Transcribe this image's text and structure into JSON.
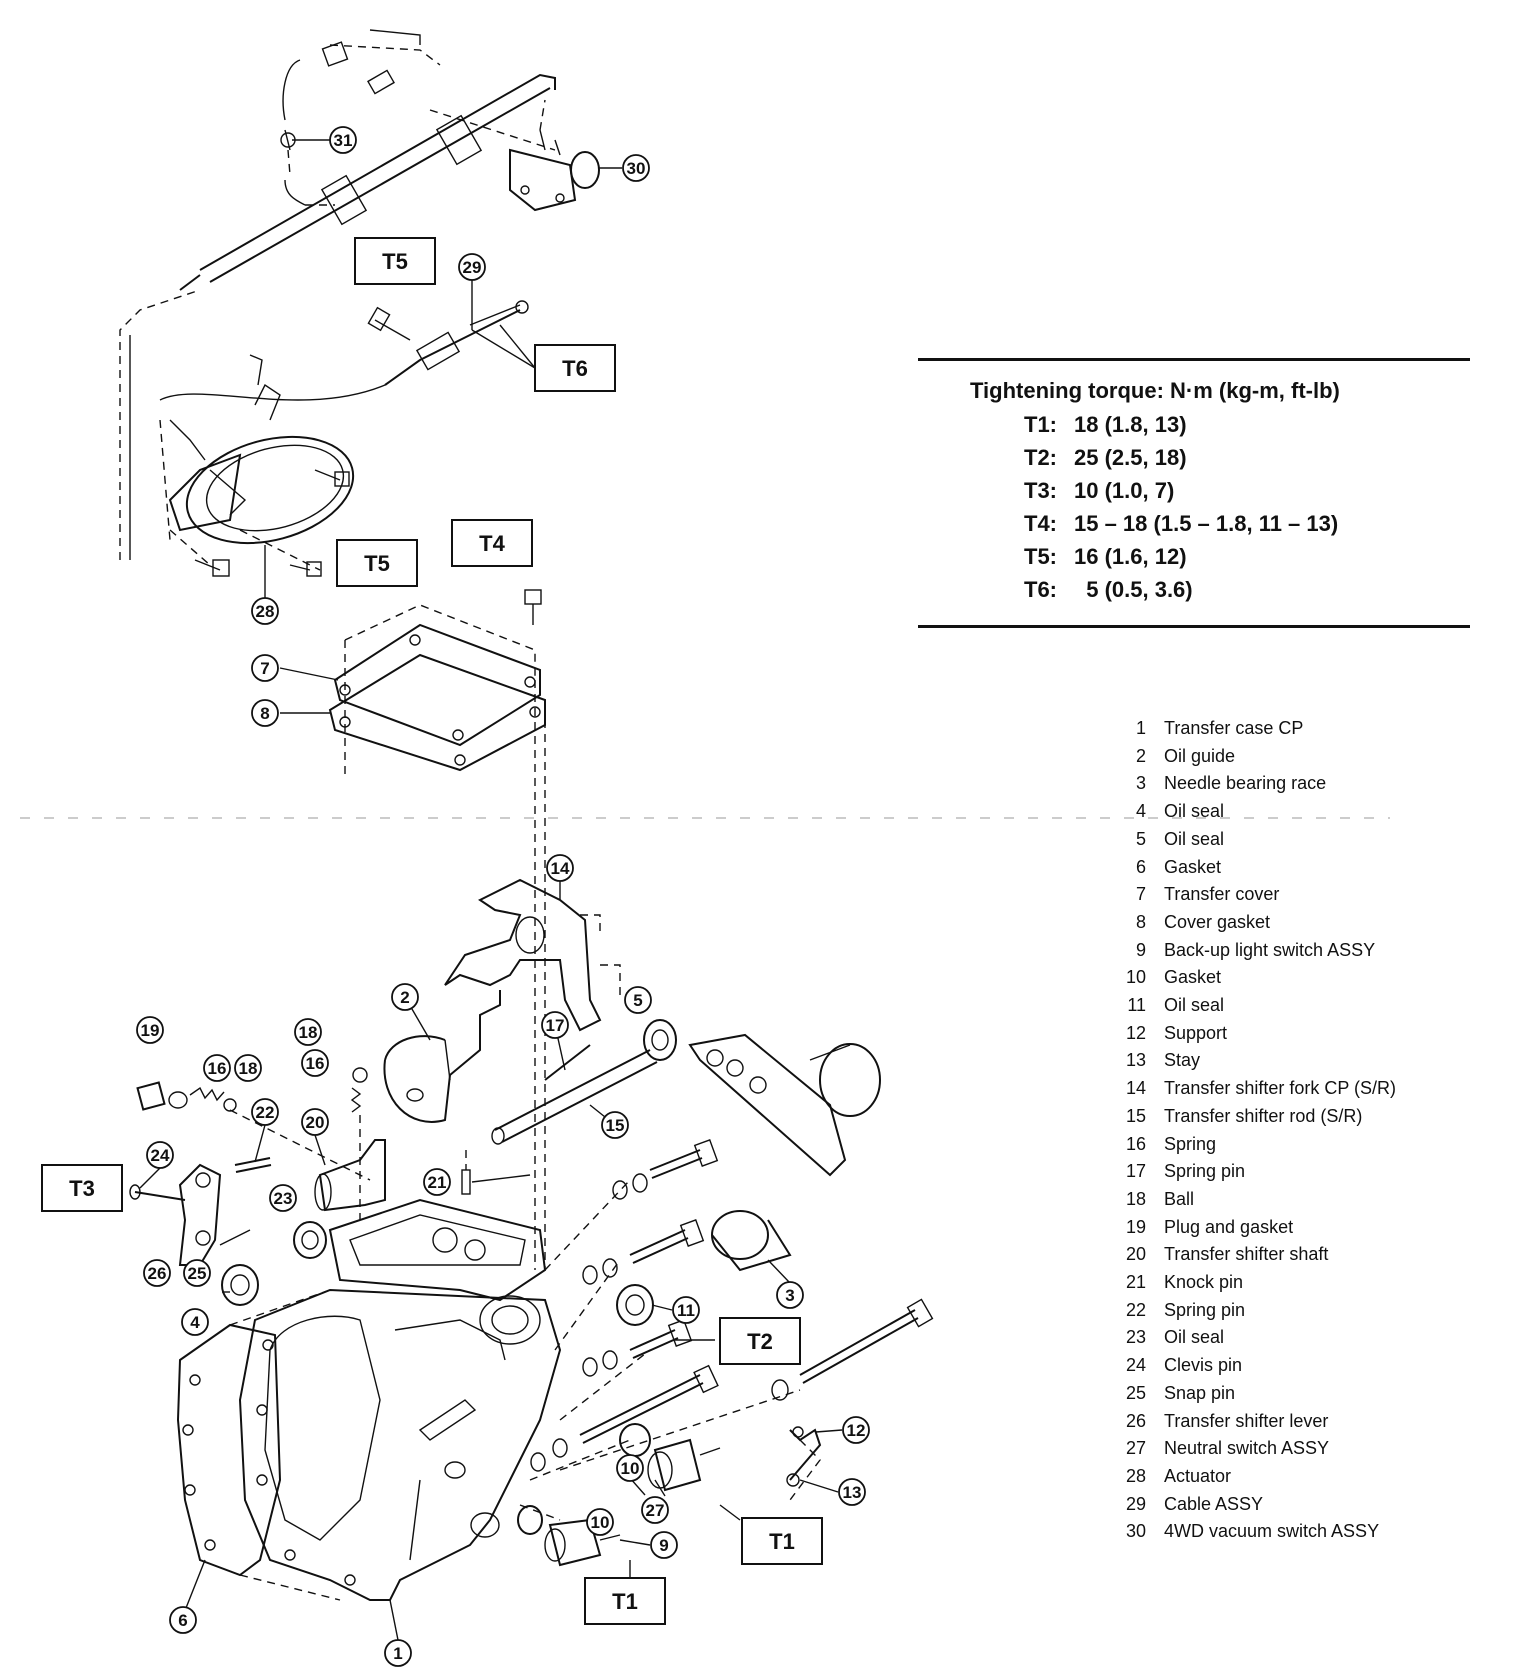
{
  "torque": {
    "title": "Tightening torque:  N·m (kg-m, ft-lb)",
    "rows": [
      {
        "key": "T1:",
        "value": "18 (1.8, 13)"
      },
      {
        "key": "T2:",
        "value": "25 (2.5, 18)"
      },
      {
        "key": "T3:",
        "value": "10 (1.0, 7)"
      },
      {
        "key": "T4:",
        "value": "15 – 18 (1.5 – 1.8, 11 – 13)"
      },
      {
        "key": "T5:",
        "value": "16 (1.6, 12)"
      },
      {
        "key": "T6:",
        "value": "  5 (0.5, 3.6)"
      }
    ]
  },
  "legend": [
    {
      "num": "1",
      "label": "Transfer case CP"
    },
    {
      "num": "2",
      "label": "Oil guide"
    },
    {
      "num": "3",
      "label": "Needle bearing race"
    },
    {
      "num": "4",
      "label": "Oil seal"
    },
    {
      "num": "5",
      "label": "Oil seal"
    },
    {
      "num": "6",
      "label": "Gasket"
    },
    {
      "num": "7",
      "label": "Transfer cover"
    },
    {
      "num": "8",
      "label": "Cover gasket"
    },
    {
      "num": "9",
      "label": "Back-up light switch ASSY"
    },
    {
      "num": "10",
      "label": "Gasket"
    },
    {
      "num": "11",
      "label": "Oil seal"
    },
    {
      "num": "12",
      "label": "Support"
    },
    {
      "num": "13",
      "label": "Stay"
    },
    {
      "num": "14",
      "label": "Transfer shifter fork CP (S/R)"
    },
    {
      "num": "15",
      "label": "Transfer shifter rod (S/R)"
    },
    {
      "num": "16",
      "label": "Spring"
    },
    {
      "num": "17",
      "label": "Spring pin"
    },
    {
      "num": "18",
      "label": "Ball"
    },
    {
      "num": "19",
      "label": "Plug and gasket"
    },
    {
      "num": "20",
      "label": "Transfer shifter shaft"
    },
    {
      "num": "21",
      "label": "Knock pin"
    },
    {
      "num": "22",
      "label": "Spring pin"
    },
    {
      "num": "23",
      "label": "Oil seal"
    },
    {
      "num": "24",
      "label": "Clevis pin"
    },
    {
      "num": "25",
      "label": "Snap pin"
    },
    {
      "num": "26",
      "label": "Transfer shifter lever"
    },
    {
      "num": "27",
      "label": "Neutral switch ASSY"
    },
    {
      "num": "28",
      "label": "Actuator"
    },
    {
      "num": "29",
      "label": "Cable ASSY"
    },
    {
      "num": "30",
      "label": "4WD vacuum switch ASSY"
    }
  ],
  "torque_boxes": [
    "T5",
    "T6",
    "T5",
    "T4",
    "T3",
    "T2",
    "T1",
    "T1"
  ],
  "callouts": [
    "31",
    "30",
    "29",
    "28",
    "7",
    "8",
    "14",
    "2",
    "5",
    "17",
    "15",
    "19",
    "16",
    "18",
    "18",
    "16",
    "22",
    "20",
    "24",
    "21",
    "23",
    "26",
    "25",
    "4",
    "3",
    "11",
    "12",
    "13",
    "10",
    "27",
    "10",
    "9",
    "6",
    "1"
  ]
}
